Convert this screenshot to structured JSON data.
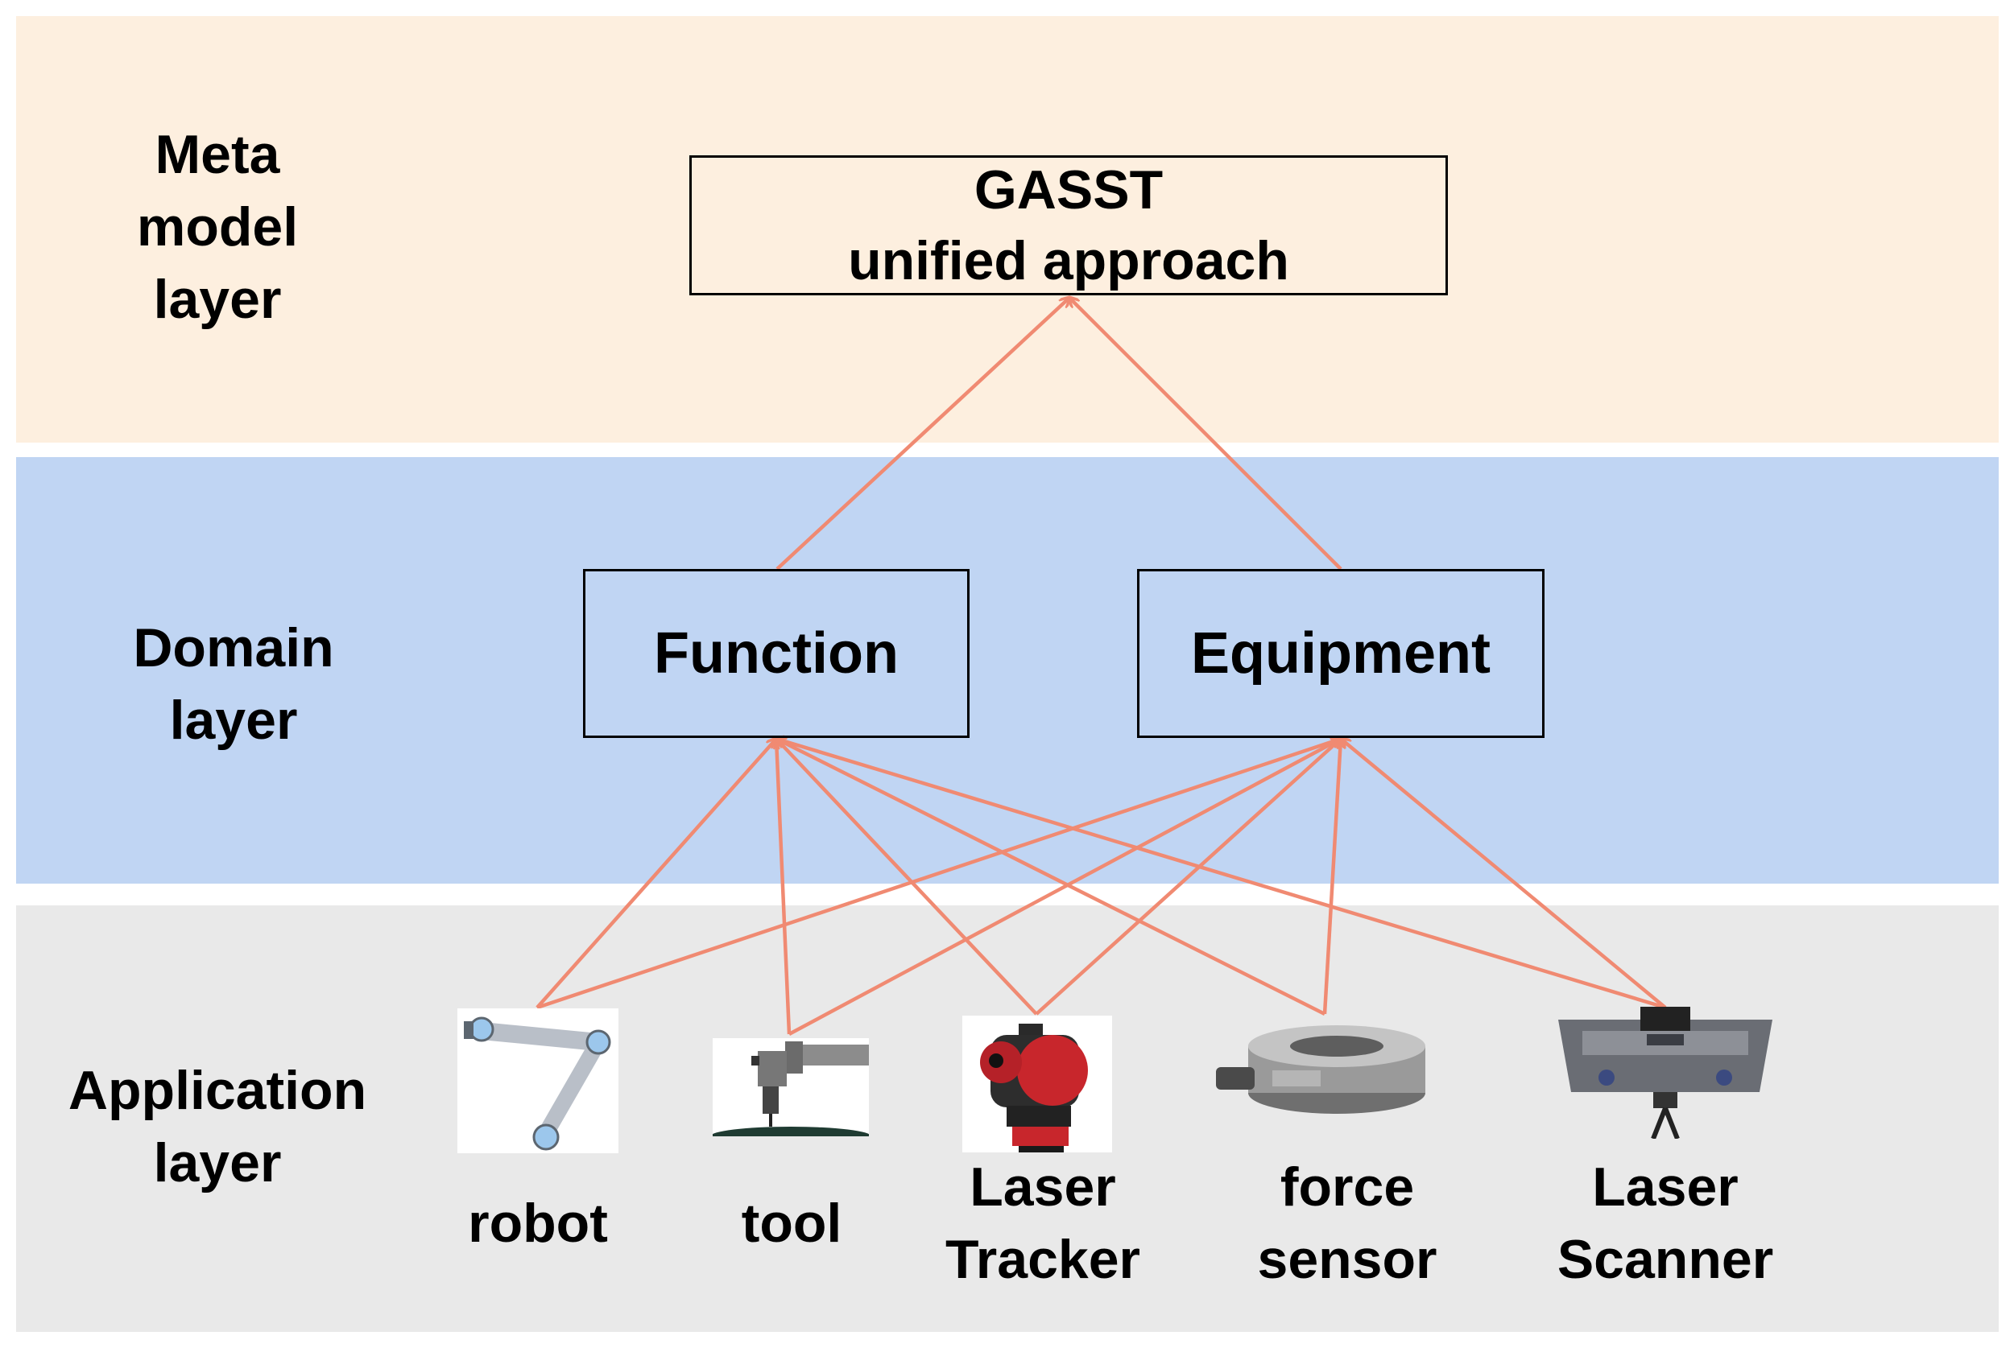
{
  "layers": {
    "meta": [
      "Meta",
      "model",
      "layer"
    ],
    "domain": [
      "Domain",
      "layer"
    ],
    "application": [
      "Application",
      "layer"
    ]
  },
  "boxes": {
    "gasst": [
      "GASST",
      "unified approach"
    ],
    "function": "Function",
    "equipment": "Equipment"
  },
  "devices": [
    {
      "name": "robot",
      "label": [
        "robot"
      ],
      "icon": "robot-arm-icon"
    },
    {
      "name": "tool",
      "label": [
        "tool"
      ],
      "icon": "tool-icon"
    },
    {
      "name": "laser-tracker",
      "label": [
        "Laser",
        "Tracker"
      ],
      "icon": "laser-tracker-icon"
    },
    {
      "name": "force-sensor",
      "label": [
        "force",
        "sensor"
      ],
      "icon": "force-sensor-icon"
    },
    {
      "name": "laser-scanner",
      "label": [
        "Laser",
        "Scanner"
      ],
      "icon": "laser-scanner-icon"
    }
  ],
  "colors": {
    "meta_band": "#fdefdf",
    "domain_band": "#c0d5f3",
    "application_band": "#e9e9e9",
    "arrow": "#f08a72"
  }
}
